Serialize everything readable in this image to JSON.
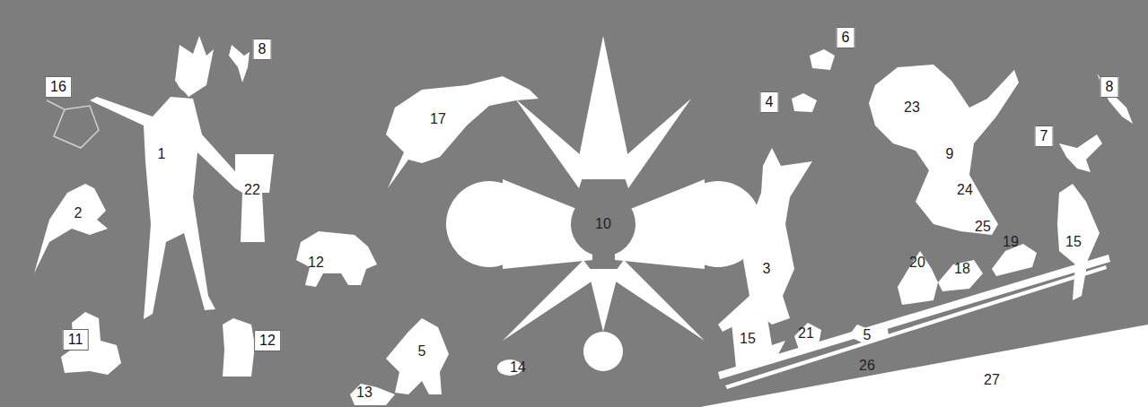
{
  "diagram": {
    "labels": [
      "8",
      "6",
      "16",
      "4",
      "17",
      "23",
      "8",
      "7",
      "1",
      "22",
      "9",
      "24",
      "2",
      "10",
      "25",
      "12",
      "15",
      "3",
      "19",
      "20",
      "18",
      "11",
      "12",
      "5",
      "15",
      "21",
      "5",
      "26",
      "14",
      "13",
      "27"
    ]
  }
}
